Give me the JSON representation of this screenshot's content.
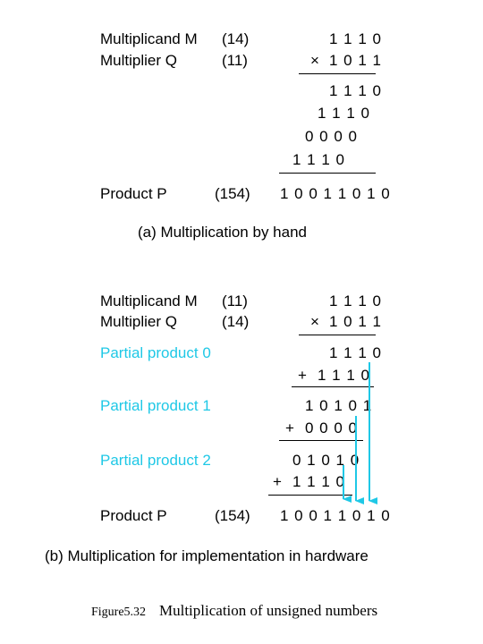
{
  "part_a": {
    "multiplicand_label": "Multiplicand M",
    "multiplicand_value": "(14)",
    "multiplicand_bits": "1 1 1 0",
    "multiplier_label": "Multiplier Q",
    "multiplier_value": "(11)",
    "multiplier_op": "×",
    "multiplier_bits": "1 0 1 1",
    "partial_rows": [
      "1 1 1 0",
      "1 1 1 0",
      "0 0 0 0",
      "1 1 1 0"
    ],
    "product_label": "Product P",
    "product_value": "(154)",
    "product_bits": "1 0 0 1 1 0 1 0",
    "caption": "(a) Multiplication by hand"
  },
  "part_b": {
    "multiplicand_label": "Multiplicand M",
    "multiplicand_value": "(11)",
    "multiplicand_bits": "1 1 1 0",
    "multiplier_label": "Multiplier Q",
    "multiplier_value": "(14)",
    "multiplier_op": "×",
    "multiplier_bits": "1 0 1 1",
    "pp0_label": "Partial product 0",
    "pp0_bits": "1 1 1 0",
    "add1_op": "+",
    "add1_bits": "1 1 1 0",
    "pp1_label": "Partial product 1",
    "pp1_bits": "1 0 1 0 1",
    "add2_op": "+",
    "add2_bits": "0 0 0 0",
    "pp2_label": "Partial product 2",
    "pp2_bits": "0 1 0 1 0",
    "add3_op": "+",
    "add3_bits": "1 1 1 0",
    "product_label": "Product P",
    "product_value": "(154)",
    "product_bits": "1 0 0 1 1 0 1 0",
    "caption": "(b) Multiplication for implementation in hardware"
  },
  "figure": {
    "number": "Figure5.32",
    "title": "Multiplication of unsigned numbers"
  },
  "colors": {
    "highlight": "#1fc8e6",
    "text": "#000000",
    "background": "#ffffff"
  }
}
